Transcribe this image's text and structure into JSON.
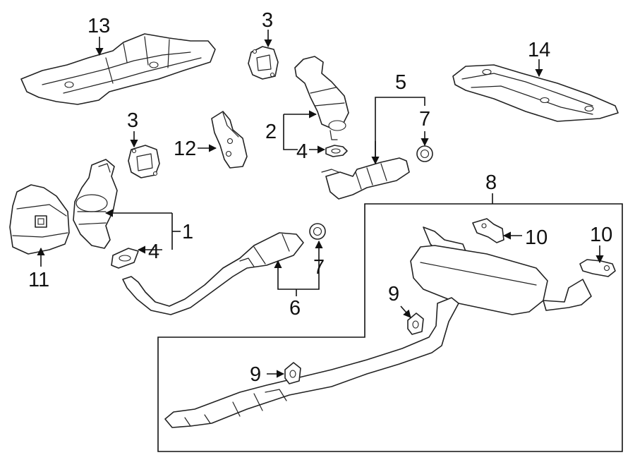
{
  "callouts": {
    "c1": "1",
    "c2": "2",
    "c3a": "3",
    "c3b": "3",
    "c4a": "4",
    "c4b": "4",
    "c5": "5",
    "c6": "6",
    "c7a": "7",
    "c7b": "7",
    "c8": "8",
    "c9a": "9",
    "c9b": "9",
    "c10a": "10",
    "c10b": "10",
    "c11": "11",
    "c12": "12",
    "c13": "13",
    "c14": "14"
  }
}
